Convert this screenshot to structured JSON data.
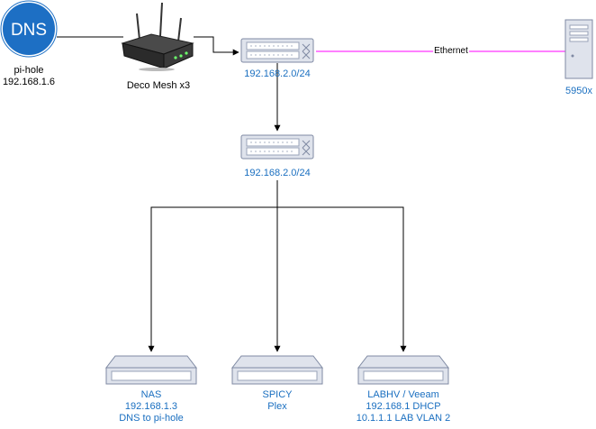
{
  "nodes": {
    "dns": {
      "badge": "DNS",
      "label": [
        "pi-hole",
        "192.168.1.6"
      ]
    },
    "router": {
      "label": [
        "Deco Mesh x3"
      ]
    },
    "switch_top": {
      "label": [
        "192.168.2.0/24"
      ]
    },
    "switch_mid": {
      "label": [
        "192.168.2.0/24"
      ]
    },
    "pc": {
      "label": [
        "5950x"
      ]
    },
    "nas": {
      "label": [
        "NAS",
        "192.168.1.3",
        "DNS to pi-hole"
      ]
    },
    "spicy": {
      "label": [
        "SPICY",
        "Plex"
      ]
    },
    "labhv": {
      "label": [
        "LABHV / Veeam",
        "192.168.1 DHCP",
        "10.1.1.1 LAB VLAN 2"
      ]
    }
  },
  "edges": {
    "ethernet": {
      "label": "Ethernet",
      "color": "#ff00ff"
    }
  },
  "colors": {
    "dns_fill": "#1d6fc4",
    "label_blue": "#1a6fc0",
    "device_fill": "#dfe3ec",
    "device_stroke": "#7f8aa3",
    "line": "#000000"
  }
}
